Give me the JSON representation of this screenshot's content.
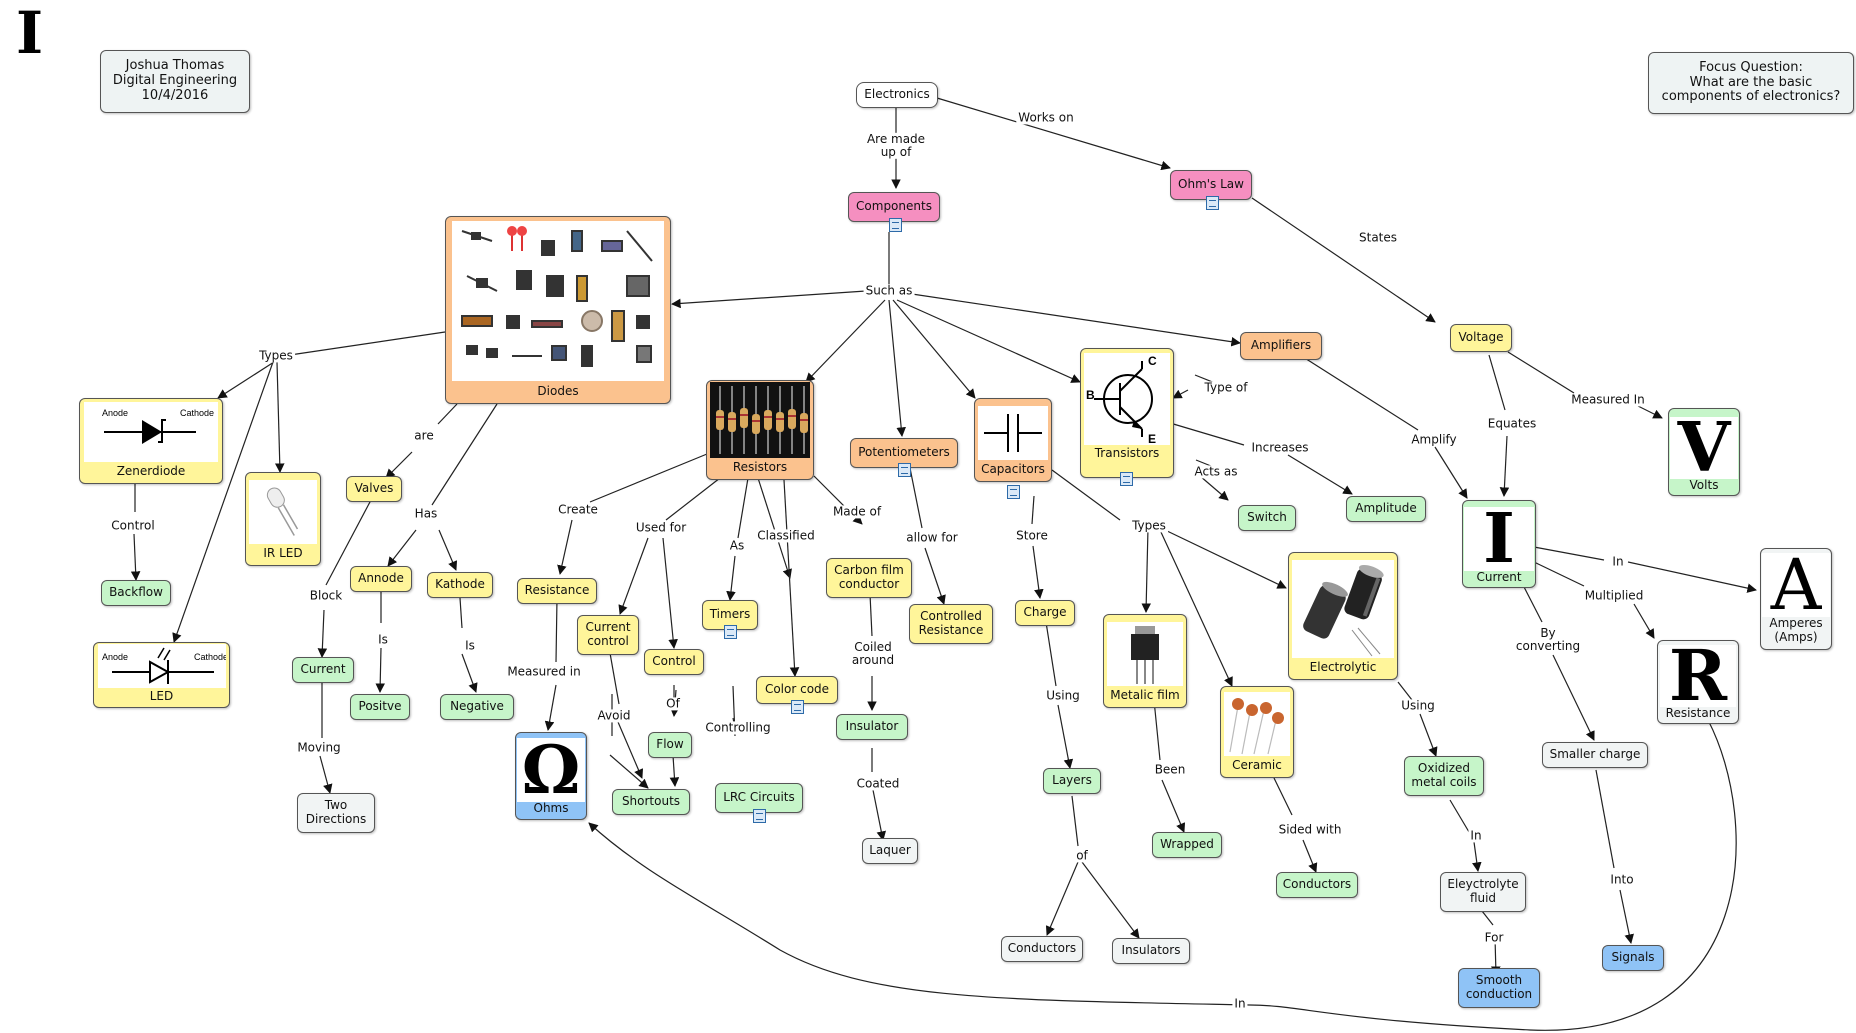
{
  "corner_letter": "I",
  "author": {
    "name": "Joshua Thomas",
    "course": "Digital Engineering",
    "date": "10/4/2016"
  },
  "focus": {
    "line1": "Focus Question:",
    "line2": "What are the basic",
    "line3": "components of electronics?"
  },
  "nodes": {
    "electronics": "Electronics",
    "components": "Components",
    "ohms_law": "Ohm's Law",
    "diodes": "Diodes",
    "resistors": "Resistors",
    "potentiometers": "Potentiometers",
    "capacitors": "Capacitors",
    "transistors": "Transistors",
    "amplifiers": "Amplifiers",
    "voltage": "Voltage",
    "volts": "Volts",
    "current_i": "Current",
    "amperes": "Amperes\n(Amps)",
    "resistance_r": "Resistance",
    "zenerdiode": "Zenerdiode",
    "ir_led": "IR LED",
    "led": "LED",
    "backflow": "Backflow",
    "valves": "Valves",
    "annode": "Annode",
    "kathode": "Kathode",
    "current_valve": "Current",
    "positve": "Positve",
    "negative": "Negative",
    "two_directions": "Two\nDirections",
    "resistance": "Resistance",
    "ohms": "Ohms",
    "current_control": "Current\ncontrol",
    "control": "Control",
    "flow": "Flow",
    "shortouts": "Shortouts",
    "timers": "Timers",
    "lrc_circuits": "LRC Circuits",
    "color_code": "Color code",
    "carbon_film": "Carbon film\nconductor",
    "insulator": "Insulator",
    "laquer": "Laquer",
    "controlled_resistance": "Controlled\nResistance",
    "charge": "Charge",
    "layers": "Layers",
    "conductors_layers": "Conductors",
    "insulators": "Insulators",
    "metalic_film": "Metalic film",
    "wrapped": "Wrapped",
    "ceramic": "Ceramic",
    "conductors_ceramic": "Conductors",
    "electrolytic": "Electrolytic",
    "oxidized": "Oxidized\nmetal coils",
    "eleyctrolyte": "Eleyctrolyte\nfluid",
    "smooth": "Smooth\nconduction",
    "switch": "Switch",
    "amplitude": "Amplitude",
    "smaller_charge": "Smaller charge",
    "signals": "Signals"
  },
  "links": {
    "are_made_up_of": "Are made\nup of",
    "works_on": "Works on",
    "states": "States",
    "such_as": "Such as",
    "types_diodes": "Types",
    "are": "are",
    "has": "Has",
    "control_link": "Control",
    "block": "Block",
    "is_annode": "Is",
    "is_kathode": "Is",
    "moving": "Moving",
    "create": "Create",
    "used_for": "Used for",
    "as": "As",
    "classified": "Classified",
    "made_of": "Made of",
    "measured_in": "Measured in",
    "avoid": "Avoid",
    "of_flow": "Of",
    "controlling": "Controlling",
    "coiled_around": "Coiled\naround",
    "coated": "Coated",
    "allow_for": "allow for",
    "store": "Store",
    "using_layers": "Using",
    "of_layers": "of",
    "types_caps": "Types",
    "been": "Been",
    "sided_with": "Sided with",
    "using_elec": "Using",
    "in_fluid": "In",
    "for_smooth": "For",
    "type_of": "Type of",
    "acts_as": "Acts as",
    "increases": "Increases",
    "amplify": "Amplify",
    "equates": "Equates",
    "measured_in_v": "Measured In",
    "in_amps": "In",
    "multiplied": "Multiplied",
    "by_converting": "By\nconverting",
    "into": "Into",
    "in_ohms": "In"
  },
  "symbols": {
    "zener_anode": "Anode",
    "zener_cathode": "Cathode",
    "led_anode": "Anode",
    "led_cathode": "Cathode",
    "transistor_b": "B",
    "transistor_c": "C",
    "transistor_e": "E",
    "volts_letter": "V",
    "current_letter": "I",
    "amps_letter": "A",
    "resistance_letter": "R",
    "ohm_symbol": "Ω"
  },
  "colors": {
    "yellow": "#fff59a",
    "green": "#c6f5c9",
    "pink": "#f58fc0",
    "orange": "#fbc28e",
    "blue": "#8fc3f6",
    "plain": "#f1f4f4"
  }
}
